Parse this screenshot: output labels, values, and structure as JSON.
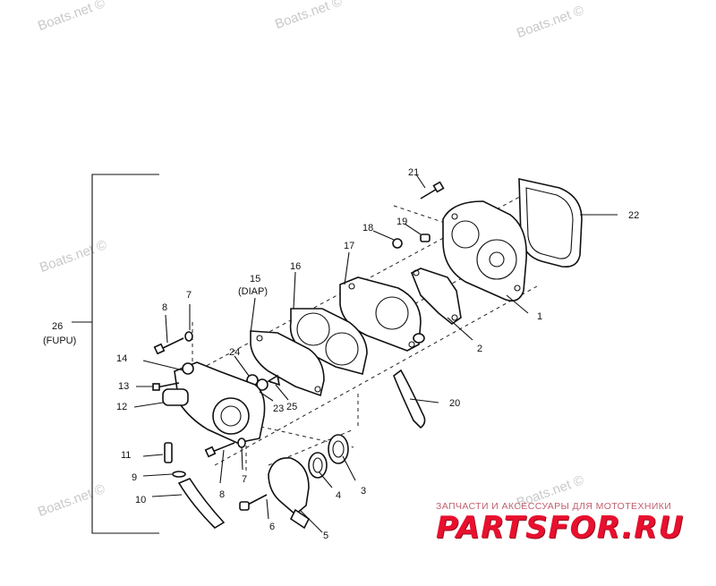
{
  "watermarks": [
    "Boats.net ©",
    "Boats.net ©",
    "Boats.net ©",
    "Boats.net ©",
    "Boats.net ©",
    "Boats.net ©"
  ],
  "callouts": {
    "n1": "1",
    "n2": "2",
    "n3": "3",
    "n4": "4",
    "n5": "5",
    "n6": "6",
    "n7a": "7",
    "n7b": "7",
    "n8a": "8",
    "n8b": "8",
    "n9": "9",
    "n10": "10",
    "n11": "11",
    "n12": "12",
    "n13": "13",
    "n14": "14",
    "n15": "15",
    "n15sub": "(DIAP)",
    "n16": "16",
    "n17": "17",
    "n18": "18",
    "n19": "19",
    "n20": "20",
    "n21": "21",
    "n22": "22",
    "n23": "23",
    "n24": "24",
    "n25": "25",
    "n26": "26",
    "n26sub": "(FUPU)"
  },
  "brand": {
    "tagline": "ЗАПЧАСТИ И АКСЕССУАРЫ ДЛЯ МОТОТЕХНИКИ",
    "logo": "PARTSFOR.RU"
  }
}
